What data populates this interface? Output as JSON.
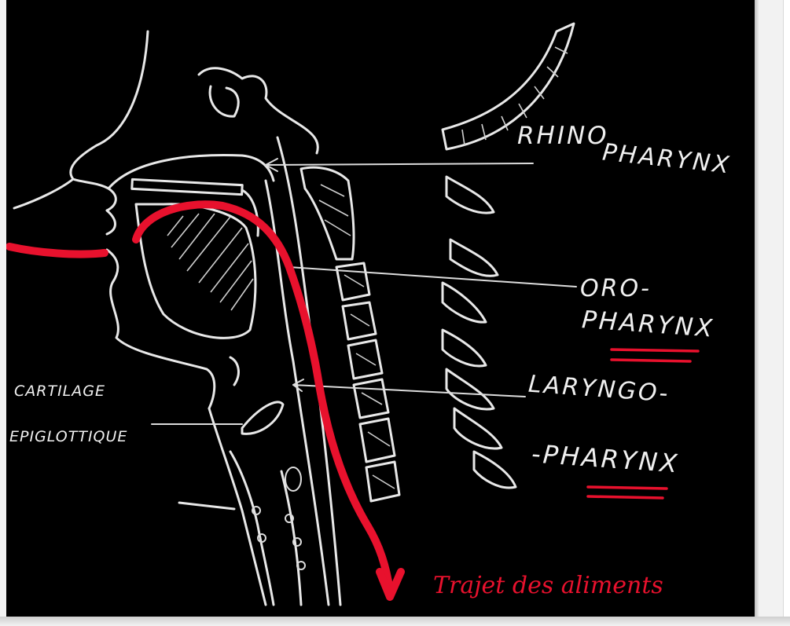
{
  "labels": {
    "rhino": "RHINO",
    "rhino_2": "PHARYNX",
    "oro": "ORO-",
    "oro_2": "PHARYNX",
    "laryngo": "LARYNGO-",
    "laryngo_2": "-PHARYNX",
    "cartilage": "CARTILAGE",
    "epiglottique": "EPIGLOTTIQUE"
  },
  "annotation": {
    "path_label": "Trajet des aliments"
  },
  "colors": {
    "board": "#000000",
    "chalk": "#e8e8e8",
    "red": "#e8112d"
  }
}
